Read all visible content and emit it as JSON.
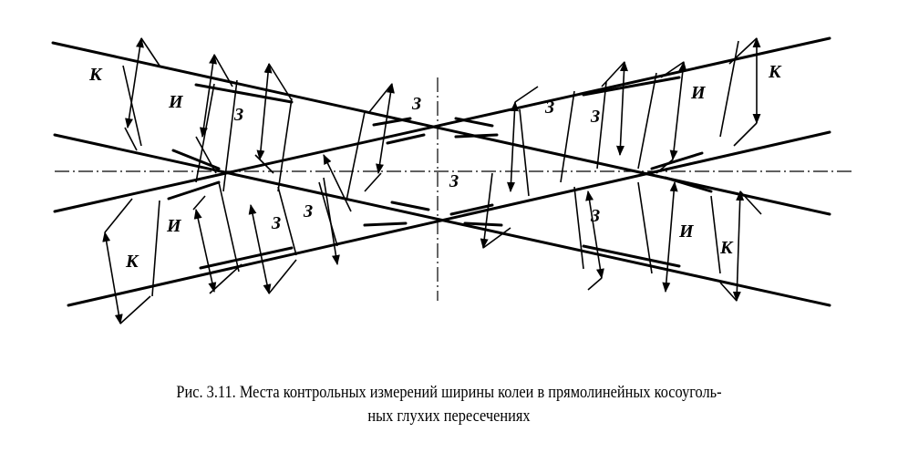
{
  "figure": {
    "labels": {
      "k": "К",
      "i": "И",
      "z": "З"
    },
    "caption_line1": "Рис. 3.11. Места контрольных  измерений ширины колеи в прямолинейных косоуголь-",
    "caption_line2": "ных глухих пересечениях"
  }
}
